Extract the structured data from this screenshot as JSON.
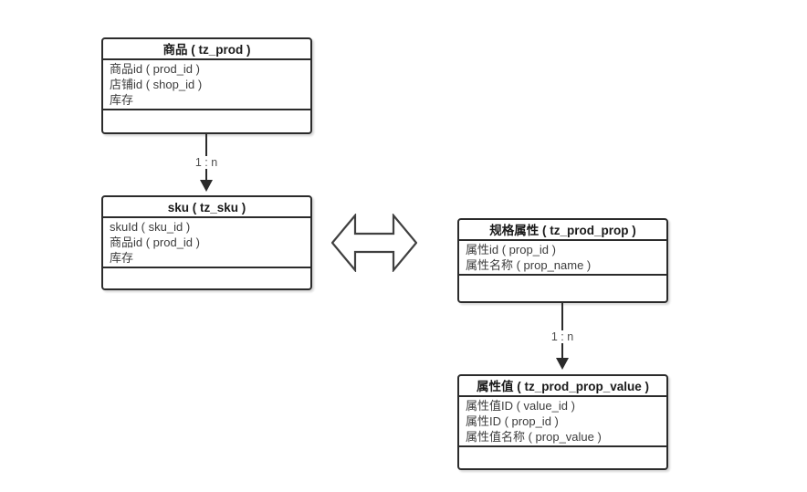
{
  "colors": {
    "canvas_bg": "#ffffff",
    "entity_border": "#2b2b2b",
    "entity_bg": "#ffffff",
    "title_text": "#1a1a1a",
    "field_text": "#3d3d3d",
    "relation_line": "#2b2b2b",
    "relation_label_text": "#4d4d4d",
    "double_arrow_stroke": "#404040"
  },
  "icons": {
    "double_arrow": "left-right-outline-arrow",
    "relation_arrowhead": "filled-down-triangle"
  },
  "tables": [
    {
      "key": "prod",
      "title": "商品 ( tz_prod )",
      "fields": [
        "商品id ( prod_id )",
        "店铺id ( shop_id )",
        "库存"
      ]
    },
    {
      "key": "sku",
      "title": "sku ( tz_sku )",
      "fields": [
        "skuId ( sku_id )",
        "商品id ( prod_id )",
        "库存"
      ]
    },
    {
      "key": "prod_prop",
      "title": "规格属性 ( tz_prod_prop )",
      "fields": [
        "属性id ( prop_id )",
        "属性名称 ( prop_name )"
      ]
    },
    {
      "key": "prod_prop_value",
      "title": "属性值 ( tz_prod_prop_value )",
      "fields": [
        "属性值ID ( value_id )",
        "属性ID ( prop_id )",
        "属性值名称 ( prop_value )"
      ]
    }
  ],
  "relations": [
    {
      "from": "prod",
      "to": "sku",
      "label": "1 : n"
    },
    {
      "from": "prod_prop",
      "to": "prod_prop_value",
      "label": "1 : n"
    }
  ]
}
